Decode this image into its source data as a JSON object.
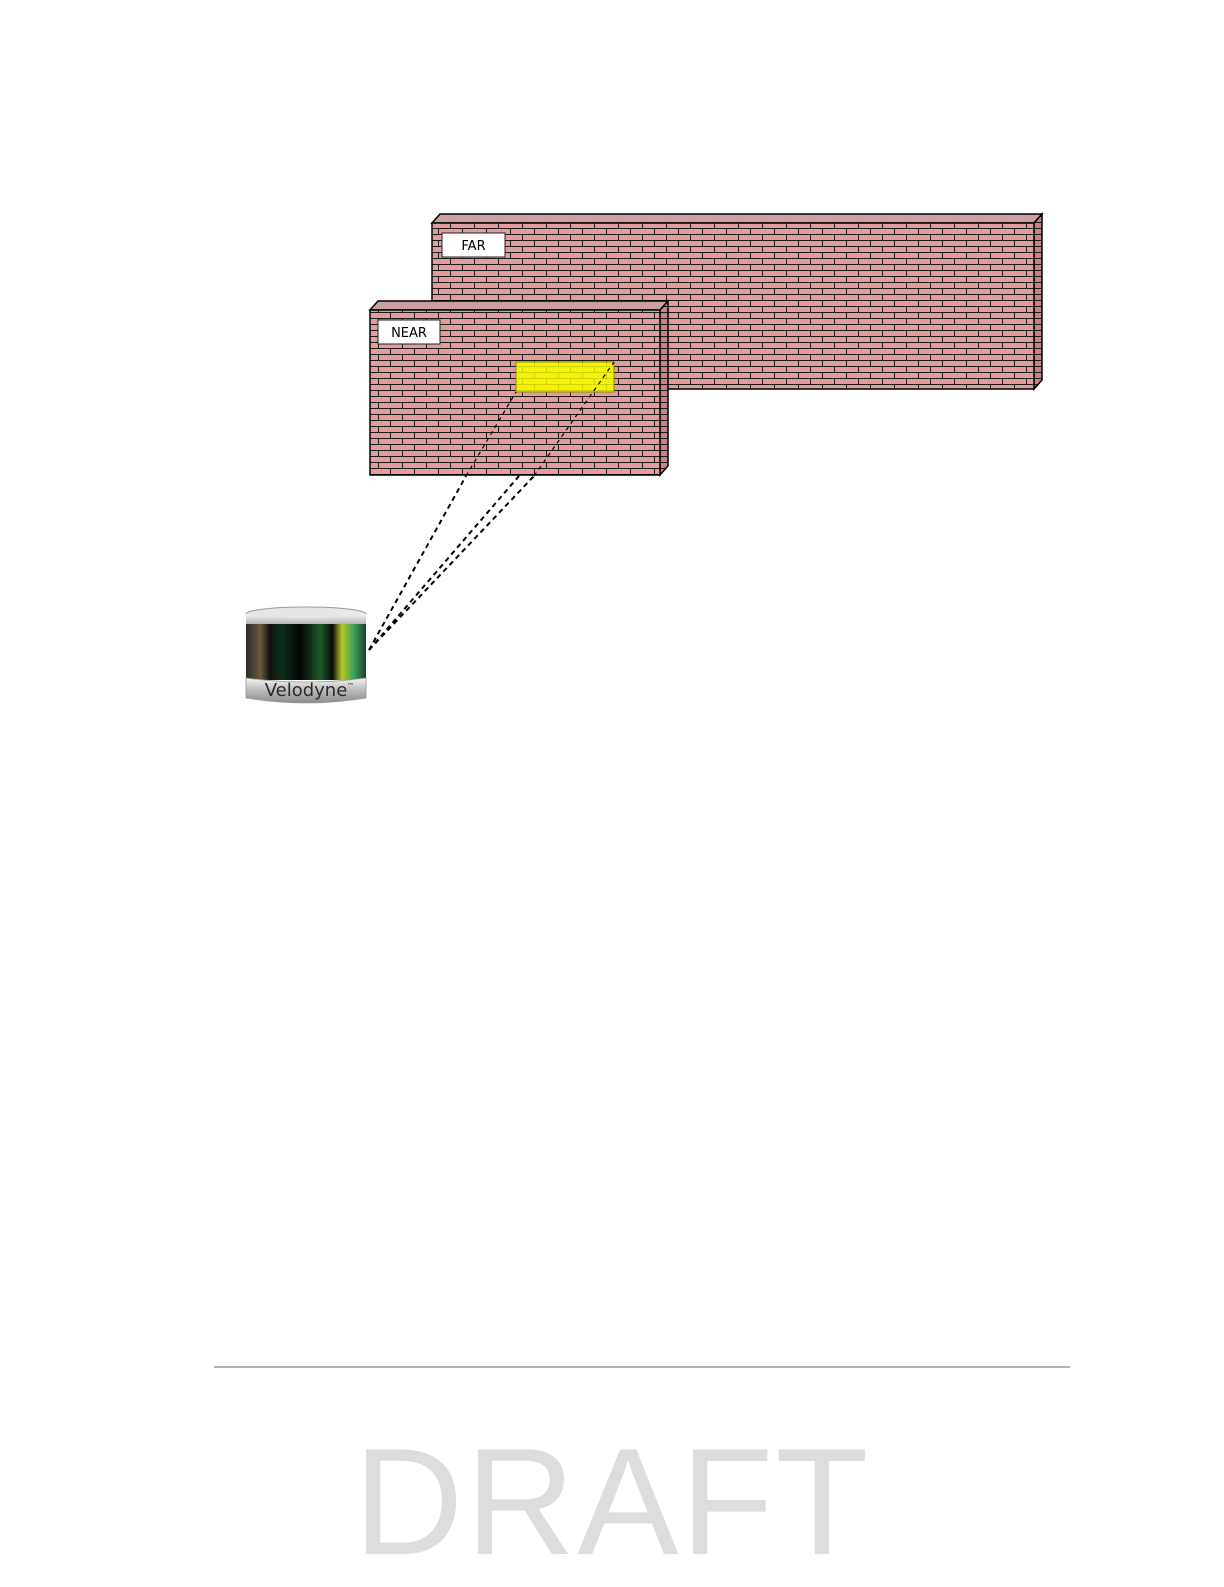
{
  "diagram": {
    "walls": [
      {
        "id": "far",
        "label": "FAR"
      },
      {
        "id": "near",
        "label": "NEAR"
      }
    ],
    "target_color": "#f2f20a",
    "brick_color": "#e39c9e",
    "mortar_color": "#1a1a1a",
    "sensor": {
      "brand": "Velodyne",
      "trademark": "™"
    }
  },
  "footer": {
    "watermark": "DRAFT"
  }
}
